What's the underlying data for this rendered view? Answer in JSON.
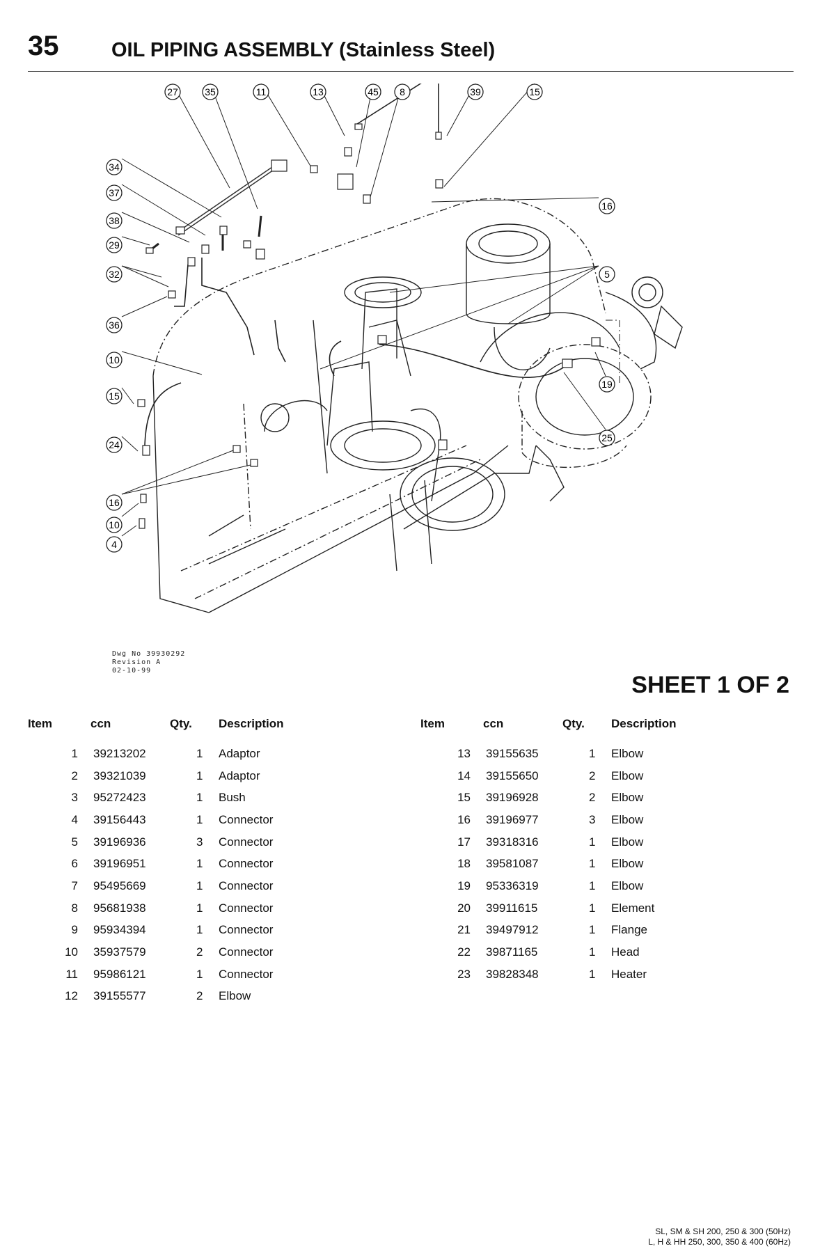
{
  "header": {
    "page_number": "35",
    "title": "OIL PIPING ASSEMBLY (Stainless Steel)"
  },
  "drawing": {
    "callouts": [
      "27",
      "35",
      "11",
      "13",
      "45",
      "8",
      "39",
      "15",
      "34",
      "37",
      "38",
      "29",
      "32",
      "36",
      "10",
      "15",
      "24",
      "16",
      "10",
      "4",
      "16",
      "5",
      "19",
      "25"
    ],
    "dwg_no": "Dwg No 39930292",
    "revision": "Revision A",
    "date": "02-10-99"
  },
  "sheet_label": "SHEET 1 OF 2",
  "table": {
    "headers": {
      "item": "Item",
      "ccn": "ccn",
      "qty": "Qty.",
      "description": "Description"
    },
    "left_rows": [
      {
        "item": "1",
        "ccn": "39213202",
        "qty": "1",
        "description": "Adaptor"
      },
      {
        "item": "2",
        "ccn": "39321039",
        "qty": "1",
        "description": "Adaptor"
      },
      {
        "item": "3",
        "ccn": "95272423",
        "qty": "1",
        "description": "Bush"
      },
      {
        "item": "4",
        "ccn": "39156443",
        "qty": "1",
        "description": "Connector"
      },
      {
        "item": "5",
        "ccn": "39196936",
        "qty": "3",
        "description": "Connector"
      },
      {
        "item": "6",
        "ccn": "39196951",
        "qty": "1",
        "description": "Connector"
      },
      {
        "item": "7",
        "ccn": "95495669",
        "qty": "1",
        "description": "Connector"
      },
      {
        "item": "8",
        "ccn": "95681938",
        "qty": "1",
        "description": "Connector"
      },
      {
        "item": "9",
        "ccn": "95934394",
        "qty": "1",
        "description": "Connector"
      },
      {
        "item": "10",
        "ccn": "35937579",
        "qty": "2",
        "description": "Connector"
      },
      {
        "item": "11",
        "ccn": "95986121",
        "qty": "1",
        "description": "Connector"
      },
      {
        "item": "12",
        "ccn": "39155577",
        "qty": "2",
        "description": "Elbow"
      }
    ],
    "right_rows": [
      {
        "item": "13",
        "ccn": "39155635",
        "qty": "1",
        "description": "Elbow"
      },
      {
        "item": "14",
        "ccn": "39155650",
        "qty": "2",
        "description": "Elbow"
      },
      {
        "item": "15",
        "ccn": "39196928",
        "qty": "2",
        "description": "Elbow"
      },
      {
        "item": "16",
        "ccn": "39196977",
        "qty": "3",
        "description": "Elbow"
      },
      {
        "item": "17",
        "ccn": "39318316",
        "qty": "1",
        "description": "Elbow"
      },
      {
        "item": "18",
        "ccn": "39581087",
        "qty": "1",
        "description": "Elbow"
      },
      {
        "item": "19",
        "ccn": "95336319",
        "qty": "1",
        "description": "Elbow"
      },
      {
        "item": "20",
        "ccn": "39911615",
        "qty": "1",
        "description": "Element"
      },
      {
        "item": "21",
        "ccn": "39497912",
        "qty": "1",
        "description": "Flange"
      },
      {
        "item": "22",
        "ccn": "39871165",
        "qty": "1",
        "description": "Head"
      },
      {
        "item": "23",
        "ccn": "39828348",
        "qty": "1",
        "description": "Heater"
      }
    ]
  },
  "footer": {
    "line1": "SL, SM & SH 200, 250 & 300 (50Hz)",
    "line2": "L, H & HH 250, 300, 350 & 400 (60Hz)"
  }
}
